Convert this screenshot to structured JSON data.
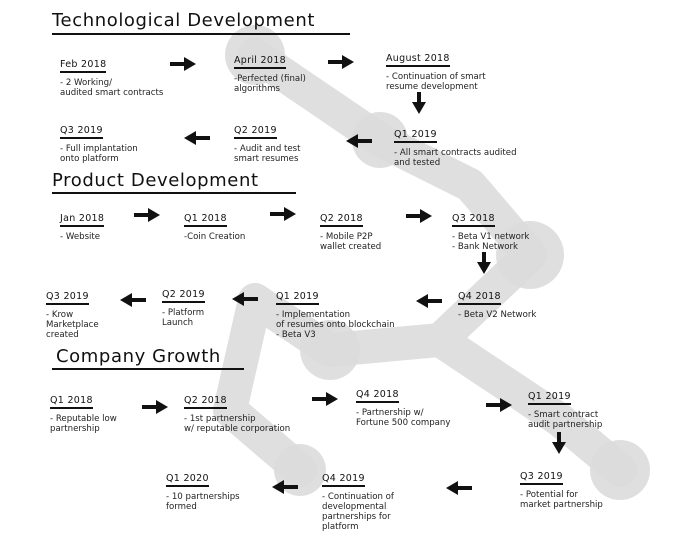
{
  "sections": {
    "tech": {
      "title": "Technological Development",
      "nodes": [
        {
          "date": "Feb 2018",
          "desc": "- 2 Working/\naudited smart contracts"
        },
        {
          "date": "April 2018",
          "desc": "-Perfected (final)\nalgorithms"
        },
        {
          "date": "August 2018",
          "desc": "- Continuation of smart\nresume development"
        },
        {
          "date": "Q1 2019",
          "desc": "- All smart contracts audited\nand tested"
        },
        {
          "date": "Q2 2019",
          "desc": "- Audit and test\nsmart resumes"
        },
        {
          "date": "Q3 2019",
          "desc": "- Full implantation\nonto platform"
        }
      ]
    },
    "product": {
      "title": "Product Development",
      "nodes": [
        {
          "date": "Jan 2018",
          "desc": "- Website"
        },
        {
          "date": "Q1 2018",
          "desc": "-Coin Creation"
        },
        {
          "date": "Q2 2018",
          "desc": "- Mobile P2P\nwallet created"
        },
        {
          "date": "Q3 2018",
          "desc": "- Beta V1 network\n- Bank Network"
        },
        {
          "date": "Q4 2018",
          "desc": "- Beta V2 Network"
        },
        {
          "date": "Q1 2019",
          "desc": "- Implementation\nof resumes onto blockchain\n- Beta V3"
        },
        {
          "date": "Q2 2019",
          "desc": "- Platform\nLaunch"
        },
        {
          "date": "Q3 2019",
          "desc": "- Krow\nMarketplace\ncreated"
        }
      ]
    },
    "company": {
      "title": "Company Growth",
      "nodes": [
        {
          "date": "Q1 2018",
          "desc": "- Reputable low\npartnership"
        },
        {
          "date": "Q2 2018",
          "desc": "- 1st partnership\nw/ reputable corporation"
        },
        {
          "date": "Q4 2018",
          "desc": "- Partnership w/\nFortune 500 company"
        },
        {
          "date": "Q1 2019",
          "desc": "- Smart contract\naudit partnership"
        },
        {
          "date": "Q3 2019",
          "desc": "- Potential for\nmarket partnership"
        },
        {
          "date": "Q4 2019",
          "desc": "- Continuation of\ndevelopmental\npartnerships for\nplatform"
        },
        {
          "date": "Q1 2020",
          "desc": "- 10 partnerships\nformed"
        }
      ]
    }
  },
  "arrow_color": "#111111",
  "watermark_color": "#dcdcdc"
}
